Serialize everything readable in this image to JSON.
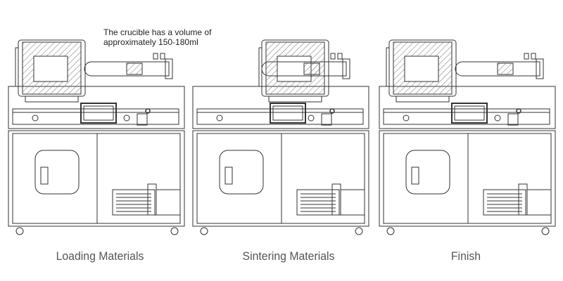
{
  "annotation": {
    "line1": "The crucible has a volume of",
    "line2": "approximately 150-180ml"
  },
  "panels": [
    {
      "caption": "Loading Materials",
      "furnace_position": "left",
      "crucible_position": "outside"
    },
    {
      "caption": "Sintering Materials",
      "furnace_position": "right",
      "crucible_position": "inside"
    },
    {
      "caption": "Finish",
      "furnace_position": "left",
      "crucible_position": "outside"
    }
  ],
  "colors": {
    "line": "#333333",
    "hatch": "#777777",
    "caption": "#555555"
  }
}
